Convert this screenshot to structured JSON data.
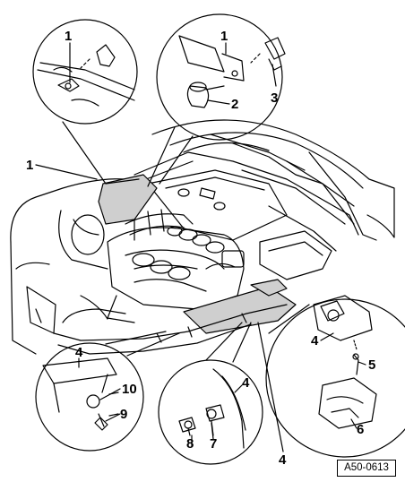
{
  "callouts": {
    "top_left_1": "1",
    "top_right_1": "1",
    "top_right_2": "2",
    "top_right_3": "3",
    "left_1": "1",
    "bottom_left_4": "4",
    "bottom_left_10": "10",
    "bottom_left_9": "9",
    "bottom_mid_4": "4",
    "bottom_mid_8": "8",
    "bottom_mid_7": "7",
    "bottom_4": "4",
    "right_4": "4",
    "right_5": "5",
    "right_6": "6"
  },
  "reference_code": "A50-0613",
  "colors": {
    "ink": "#000000",
    "panel_shade": "#cfcfcf",
    "paper": "#ffffff"
  }
}
